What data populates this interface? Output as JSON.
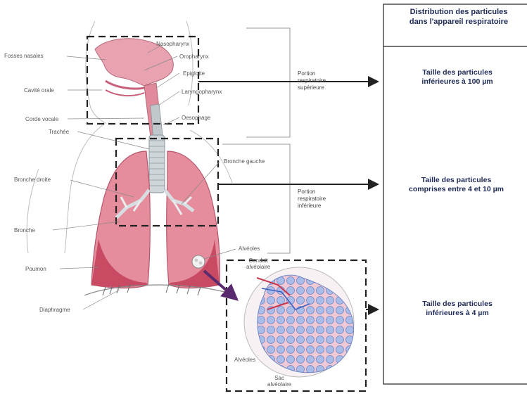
{
  "panel": {
    "title_line1": "Distribution des particules",
    "title_line2": "dans l'appareil respiratoire",
    "sizes": [
      {
        "line1": "Taille des particules",
        "line2": "inférieures à 100 µm"
      },
      {
        "line1": "Taille des particules",
        "line2": "comprises entre 4 et 10 µm"
      },
      {
        "line1": "Taille des particules",
        "line2": "inférieures à 4 µm"
      }
    ]
  },
  "portions": {
    "upper": [
      "Portion",
      "respiratoire",
      "supérieure"
    ],
    "lower": [
      "Portion",
      "respiratoire",
      "inférieure"
    ]
  },
  "labels": {
    "fosses_nasales": "Fosses nasales",
    "cavite_orale": "Cavité orale",
    "corde_vocale": "Corde vocale",
    "trachee": "Trachée",
    "bronche_droite": "Bronche droite",
    "bronche": "Bronche",
    "poumon": "Poumon",
    "diaphragme": "Diaphragme",
    "nasopharynx": "Nasopharynx",
    "oropharynx": "Oropharynx",
    "epiglotte": "Epiglotte",
    "laryngopharynx": "Laryngopharynx",
    "oesophage": "Oesophage",
    "bronche_gauche": "Bronche gauche",
    "alveoles": "Alvéoles",
    "conduit_1": "Conduit",
    "conduit_2": "alvéolaire",
    "alveoles_inset": "Alvéoles",
    "sac_1": "Sac",
    "sac_2": "alvéolaire"
  },
  "colors": {
    "lung_fill": "#e58d9c",
    "lung_dark": "#c84a63",
    "airway": "#bfc9cf",
    "text_dark": "#1e2a57",
    "arrow_purple": "#5a2a6e",
    "alveoli_blue": "#9fb4e4"
  }
}
